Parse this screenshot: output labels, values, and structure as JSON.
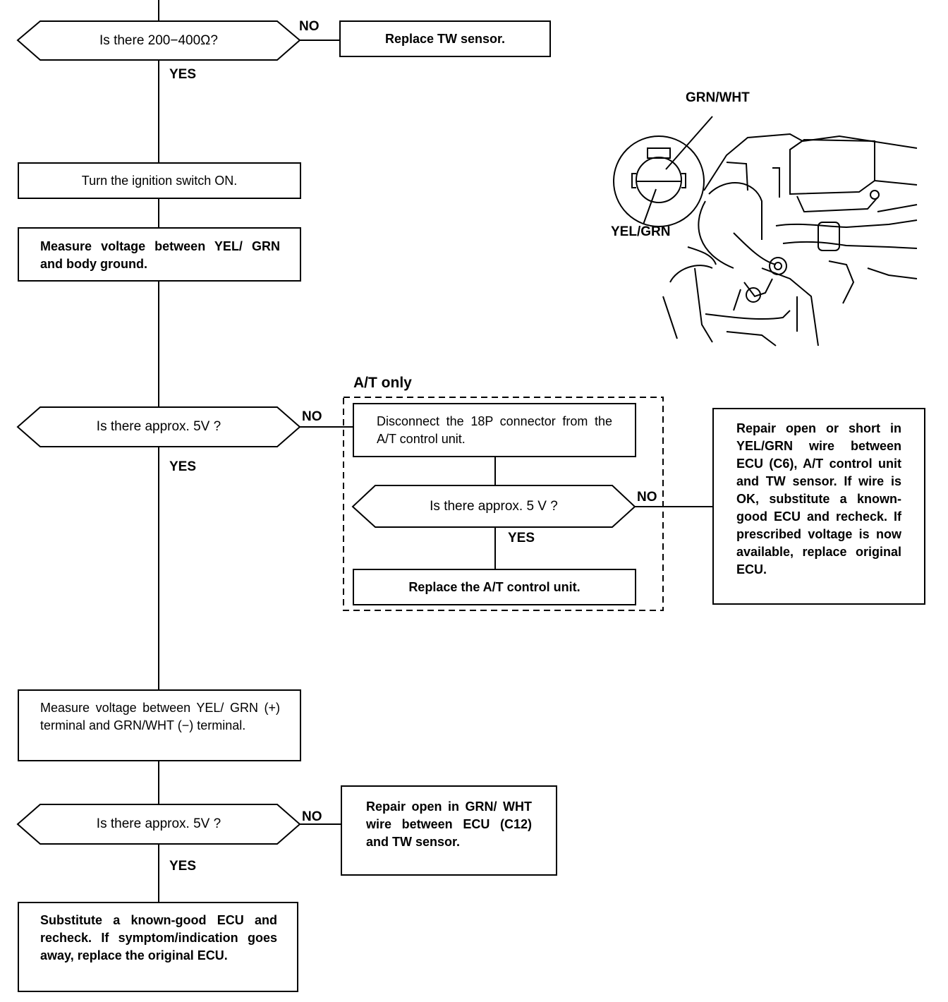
{
  "step1": {
    "question": "Is there 200−400Ω?",
    "no_label": "NO",
    "yes_label": "YES",
    "no_action": "Replace TW sensor."
  },
  "step2": {
    "action": "Turn the ignition switch ON."
  },
  "step3": {
    "action": "Measure voltage between YEL/ GRN and body ground."
  },
  "step4": {
    "question": "Is there approx. 5V ?",
    "no_label": "NO",
    "yes_label": "YES"
  },
  "at_only": {
    "title": "A/T only",
    "action": "Disconnect the 18P connector from the A/T control unit.",
    "question": "Is there approx. 5 V ?",
    "no_label": "NO",
    "yes_label": "YES",
    "yes_action": "Replace the A/T control unit."
  },
  "repair_box": {
    "text": "Repair open or short in YEL/GRN wire between ECU (C6), A/T control unit and TW sensor. If wire is OK, substitute a known-good ECU and recheck. If prescribed voltage is now available, replace original ECU."
  },
  "step5": {
    "action": "Measure voltage between YEL/ GRN (+) terminal and GRN/WHT (−) terminal."
  },
  "step6": {
    "question": "Is there approx. 5V ?",
    "no_label": "NO",
    "yes_label": "YES",
    "no_action": "Repair open in GRN/ WHT wire between ECU (C12) and TW sensor."
  },
  "step7": {
    "action": "Substitute a known-good ECU and recheck. If symptom/indication goes away, replace the original ECU."
  },
  "illustration": {
    "label_top": "GRN/WHT",
    "label_bottom": "YEL/GRN"
  }
}
